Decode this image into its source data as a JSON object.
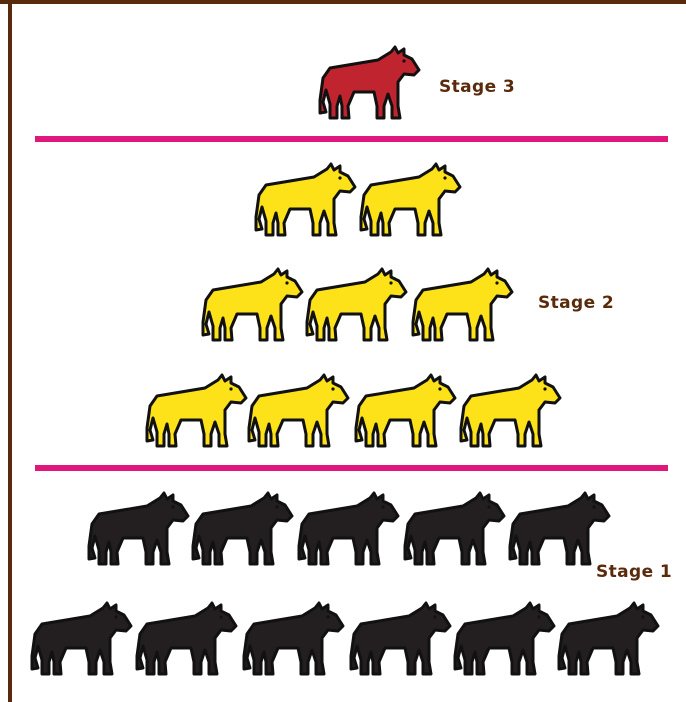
{
  "colors": {
    "frame": "#5a2a0c",
    "divider": "#e0187e",
    "label": "#5a2a0c",
    "stage3_cow": "#c0242f",
    "stage2_cow": "#fde21a",
    "stage1_cow": "#231f20",
    "outline": "#111111"
  },
  "stages": [
    {
      "label": "Stage 3",
      "cow_count": 1,
      "icon": "red-cow-icon"
    },
    {
      "label": "Stage 2",
      "cow_count": 9,
      "icon": "yellow-cow-icon"
    },
    {
      "label": "Stage 1",
      "cow_count": 11,
      "icon": "black-cow-icon"
    }
  ]
}
